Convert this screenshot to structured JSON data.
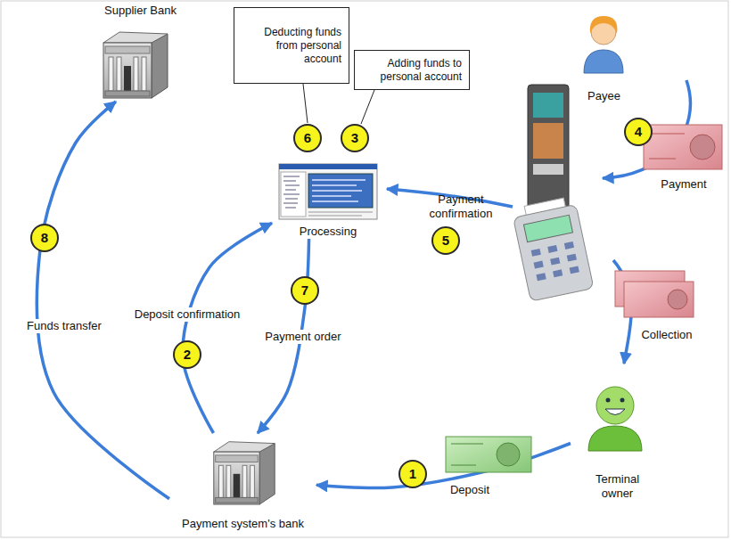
{
  "diagram": {
    "nodes": [
      {
        "text": [
          "Supplier Bank"
        ]
      },
      {
        "text": [
          "Deducting funds from personal account"
        ]
      },
      {
        "text": [
          "Adding funds to personal account"
        ]
      },
      {
        "text": [
          "Payee"
        ]
      },
      {
        "text": [
          "Processing"
        ]
      },
      {
        "text": [
          "Terminal owner"
        ]
      },
      {
        "text": [
          "Payment system's bank"
        ]
      }
    ],
    "edges": [
      {
        "from": 5,
        "to": 6,
        "label": "Deposit",
        "arrow": "to"
      },
      {
        "from": 6,
        "to": 4,
        "label": "Deposit confirmation",
        "arrow": "to"
      },
      {
        "from": 4,
        "to": 6,
        "label": "Payment order",
        "arrow": "to"
      },
      {
        "from": 6,
        "to": 0,
        "label": "Funds transfer",
        "arrow": "to"
      }
    ],
    "labels": [
      "6",
      "3",
      "4",
      "Payment",
      "Payment confirmation",
      "5",
      "8",
      "2",
      "7",
      "Collection",
      "1"
    ]
  }
}
